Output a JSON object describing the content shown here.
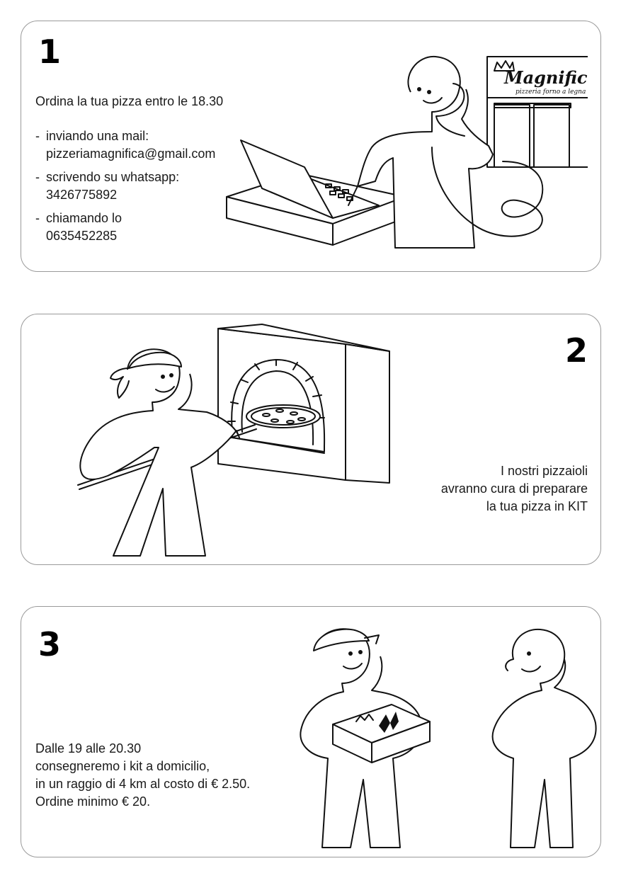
{
  "steps": [
    {
      "number": "1",
      "intro": "Ordina la tua pizza entro le 18.30",
      "methods": [
        {
          "line1": "inviando una mail:",
          "line2": "pizzeriamagnifica@gmail.com"
        },
        {
          "line1": "scrivendo su whatsapp:",
          "line2": "3426775892"
        },
        {
          "line1": "chiamando lo",
          "line2": "0635452285"
        }
      ],
      "shop_sign": {
        "name": "Magnifica",
        "tagline": "pizzeria forno a legna"
      }
    },
    {
      "number": "2",
      "lines": [
        "I nostri pizzaioli",
        "avranno cura di preparare",
        "la tua pizza in KIT"
      ]
    },
    {
      "number": "3",
      "lines": [
        "Dalle 19 alle 20.30",
        "consegneremo i kit a domicilio,",
        "in un raggio di 4 km al costo di € 2.50.",
        "Ordine minimo € 20."
      ]
    }
  ],
  "colors": {
    "border": "#9a9a9a",
    "ink": "#111111",
    "text": "#1a1a1a",
    "background": "#ffffff"
  },
  "icons": [
    "person-on-phone-icon",
    "laptop-icon",
    "shop-front-icon",
    "pizza-maker-icon",
    "wood-oven-icon",
    "pizza-icon",
    "delivery-person-icon",
    "pizza-box-icon",
    "customer-icon"
  ]
}
